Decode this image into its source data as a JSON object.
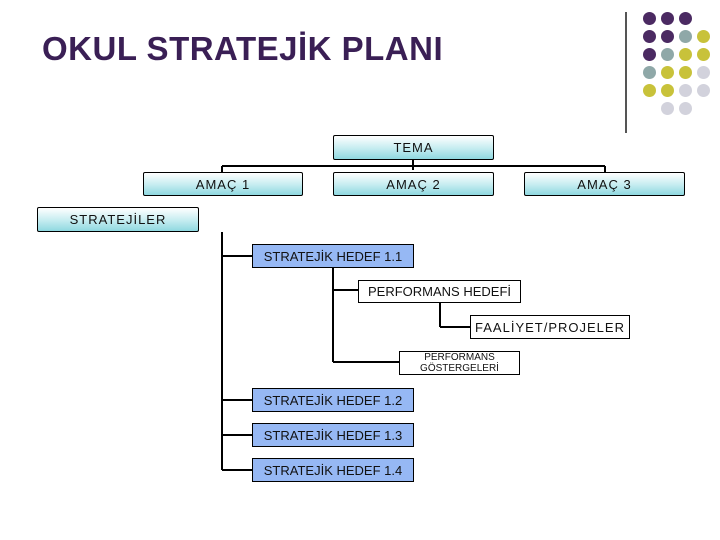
{
  "title": "OKUL STRATEJİK PLANI",
  "colors": {
    "title": "#3a1f55",
    "dot_purple": "#4b2a62",
    "dot_teal": "#8fa8a8",
    "dot_olive": "#c8c23a",
    "dot_light": "#d2d2dc",
    "box_gradient": "#8fd8e0",
    "box_blue": "#96b8f4"
  },
  "nodes": {
    "tema": "TEMA",
    "amac1": "AMAÇ 1",
    "amac2": "AMAÇ 2",
    "amac3": "AMAÇ 3",
    "stratejiler": "STRATEJİLER",
    "hedef11": "STRATEJİK HEDEF 1.1",
    "performans_hedefi": "PERFORMANS HEDEFİ",
    "faaliyet": "FAALİYET/PROJELER",
    "gostergeler_line1": "PERFORMANS",
    "gostergeler_line2": "GÖSTERGELERİ",
    "hedef12": "STRATEJİK HEDEF 1.2",
    "hedef13": "STRATEJİK HEDEF 1.3",
    "hedef14": "STRATEJİK HEDEF 1.4"
  }
}
